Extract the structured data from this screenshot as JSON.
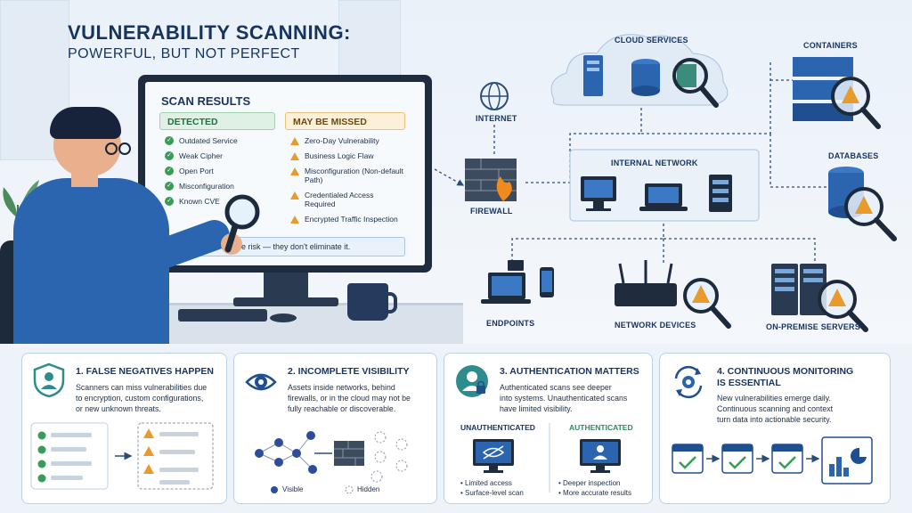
{
  "header": {
    "title": "VULNERABILITY SCANNING:",
    "subtitle": "POWERFUL, BUT NOT PERFECT"
  },
  "scan_panel": {
    "title": "SCAN RESULTS",
    "detected_label": "DETECTED",
    "detected_items": [
      "Outdated Service",
      "Weak Cipher",
      "Open Port",
      "Misconfiguration",
      "Known CVE"
    ],
    "missed_label": "MAY BE MISSED",
    "missed_items": [
      "Zero-Day Vulnerability",
      "Business Logic Flaw",
      "Misconfiguration (Non-default Path)",
      "Credentialed Access Required",
      "Encrypted Traffic Inspection"
    ],
    "notice": "Scanners reduce risk — they don't eliminate it."
  },
  "network": {
    "internet": "INTERNET",
    "firewall": "FIREWALL",
    "cloud": "CLOUD SERVICES",
    "containers": "CONTAINERS",
    "internal": "INTERNAL NETWORK",
    "databases": "DATABASES",
    "endpoints": "ENDPOINTS",
    "network_devices": "NETWORK DEVICES",
    "servers": "ON-PREMISE SERVERS"
  },
  "cards": [
    {
      "title": "1. FALSE NEGATIVES HAPPEN",
      "text": [
        "Scanners can miss vulnerabilities due",
        "to encryption, custom configurations,",
        "or new unknown threats."
      ]
    },
    {
      "title": "2. INCOMPLETE VISIBILITY",
      "text": [
        "Assets inside networks, behind",
        "firewalls, or in the cloud may not be",
        "fully reachable or discoverable."
      ],
      "legend_visible": "Visible",
      "legend_hidden": "Hidden"
    },
    {
      "title": "3. AUTHENTICATION MATTERS",
      "text": [
        "Authenticated scans see deeper",
        "into systems. Unauthenticated scans",
        "have limited visibility."
      ],
      "unauth_label": "UNAUTHENTICATED",
      "auth_label": "AUTHENTICATED",
      "unauth_points": [
        "• Limited access",
        "• Surface-level scan"
      ],
      "auth_points": [
        "• Deeper inspection",
        "• More accurate results"
      ]
    },
    {
      "title_line1": "4. CONTINUOUS MONITORING",
      "title_line2": "IS ESSENTIAL",
      "text": [
        "New vulnerabilities emerge daily.",
        "Continuous scanning and context",
        "turn data into actionable security."
      ]
    }
  ],
  "colors": {
    "navy": "#17345f",
    "blue": "#2b65b0",
    "green": "#3a9b56",
    "orange": "#e89a2c"
  }
}
